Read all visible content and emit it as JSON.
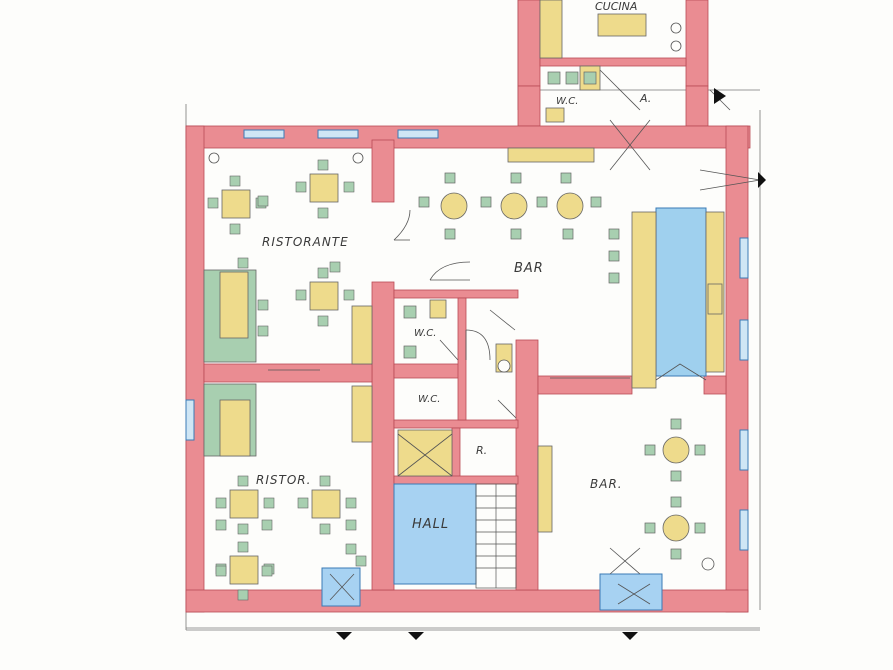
{
  "labels": {
    "kitchen": "CUCINA",
    "wc_top": "W.C.",
    "antibagno": "A.",
    "restaurant_1": "RISTORANTE",
    "restaurant_2": "RISTOR.",
    "bar_main": "BAR",
    "bar_second": "BAR.",
    "wc_upper": "W.C.",
    "wc_lower": "W.C.",
    "storage": "R.",
    "hall": "HALL"
  },
  "colors": {
    "wall": "#ea8c92",
    "wall_edge": "#b84a55",
    "table": "#eedb8c",
    "chair": "#a8cfb0",
    "counter": "#eedb8c",
    "bench": "#a8cfb0",
    "bar_zone": "#9fd0ee",
    "hall_zone": "#a7d2f2",
    "line": "#555555"
  }
}
